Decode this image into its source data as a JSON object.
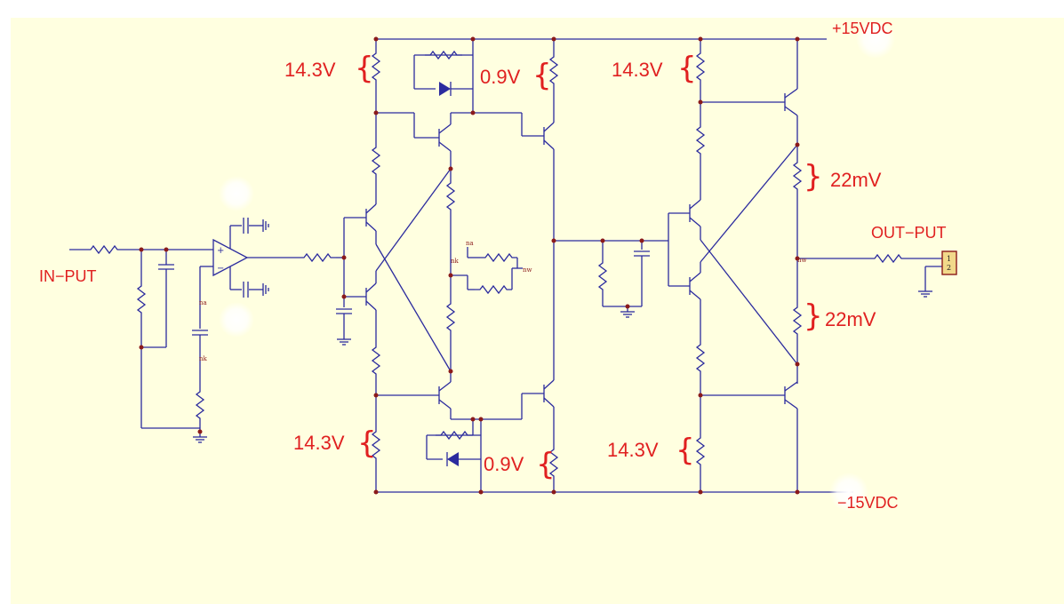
{
  "rails": {
    "positive": "+15VDC",
    "negative": "−15VDC"
  },
  "ports": {
    "input": "IN−PUT",
    "output": "OUT−PUT"
  },
  "annotations": {
    "top_left_voltage": "14.3V",
    "top_mid_voltage": "0.9V",
    "top_right_voltage": "14.3V",
    "bottom_left_voltage": "14.3V",
    "bottom_mid_voltage": "0.9V",
    "bottom_right_voltage": "14.3V",
    "upper_emitter_drop": "22mV",
    "lower_emitter_drop": "22mV"
  },
  "connector_pins": [
    "1",
    "2"
  ],
  "net_labels": {
    "na1": "na",
    "nk1": "nk",
    "nk2": "nk",
    "na2": "na",
    "nw1": "nw",
    "nw2": "nw"
  },
  "colors": {
    "wire": "#2B2B9E",
    "annotation": "#E02020",
    "junction": "#8B1A1A",
    "sheet": "#FFFFE0",
    "connector": "#F2D98A"
  }
}
